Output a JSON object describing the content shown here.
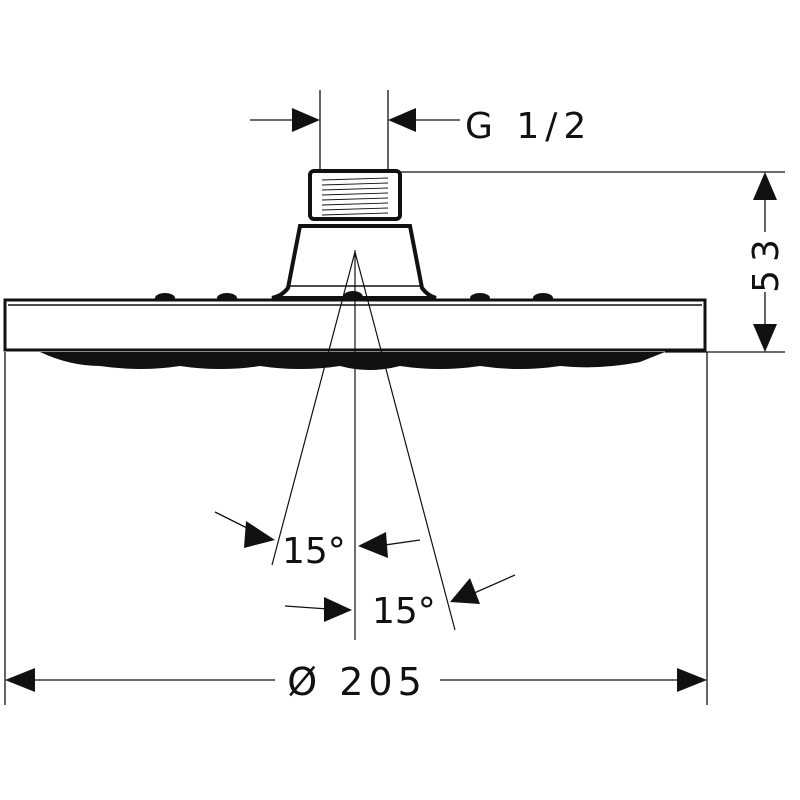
{
  "drawing": {
    "thread_label": "G 1/2",
    "height_label": "53",
    "diameter_label": "Ø 205",
    "angle_label_left": "15°",
    "angle_label_right": "15°"
  },
  "colors": {
    "line": "#111111",
    "background": "#ffffff"
  }
}
